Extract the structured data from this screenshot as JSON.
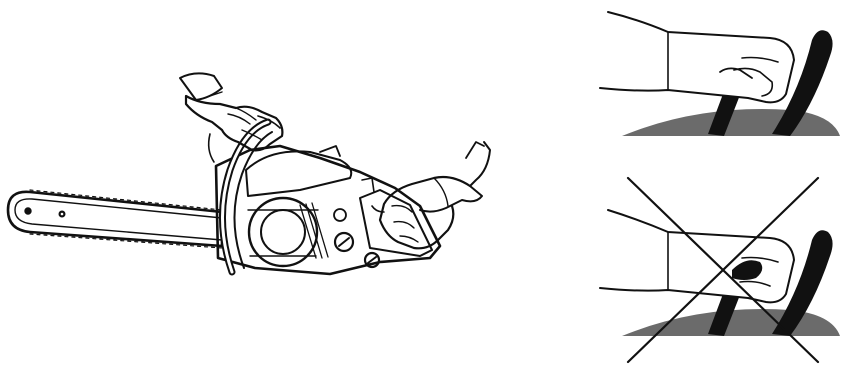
{
  "illustration": {
    "main": "chainsaw-two-hand-grip",
    "details": [
      {
        "id": "correct-thumb-grip",
        "marked_wrong": false
      },
      {
        "id": "incorrect-thumb-grip",
        "marked_wrong": true
      }
    ]
  },
  "colors": {
    "ink": "#111111",
    "paper": "#ffffff",
    "ground": "#6b6b6b"
  }
}
